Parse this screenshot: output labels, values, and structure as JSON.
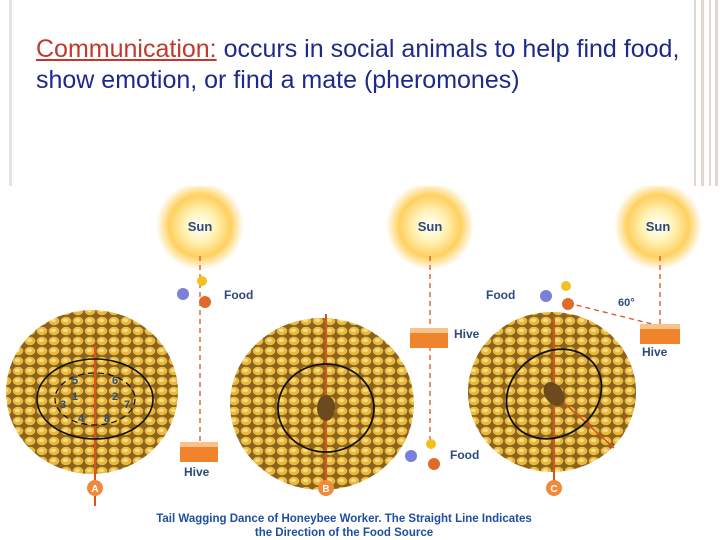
{
  "slide": {
    "term": "Communication:",
    "definition": " occurs in social animals to help find food, show emotion, or find a mate (pheromones)"
  },
  "diagram": {
    "panels": [
      {
        "letter": "A",
        "sun": "Sun",
        "food": "Food",
        "hive": "Hive",
        "numbers": [
          "5",
          "6",
          "1",
          "2",
          "3",
          "7",
          "4",
          "8"
        ]
      },
      {
        "letter": "B",
        "sun": "Sun",
        "food": "Food",
        "hive": "Hive"
      },
      {
        "letter": "C",
        "sun": "Sun",
        "food": "Food",
        "hive": "Hive",
        "angle": "60°"
      }
    ],
    "caption_line1": "Tail Wagging Dance of Honeybee Worker. The Straight Line Indicates",
    "caption_line2": "the Direction of the Food Source"
  },
  "colors": {
    "title": "#1e2a8a",
    "term": "#c0392b",
    "honey": "#e9b93a",
    "axis": "#d9541e",
    "caption": "#1f4fa0"
  }
}
